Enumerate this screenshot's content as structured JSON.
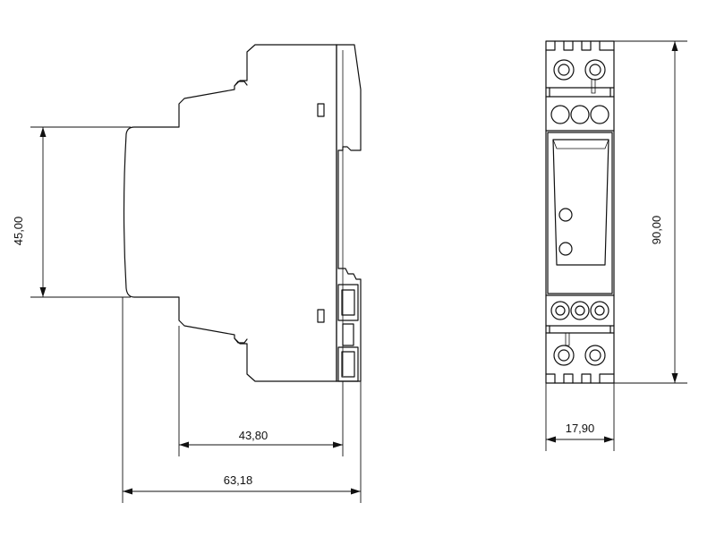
{
  "dimensions": {
    "height_left": "45,00",
    "depth_inner": "43,80",
    "depth_total": "63,18",
    "height_right": "90,00",
    "width_right": "17,90"
  }
}
